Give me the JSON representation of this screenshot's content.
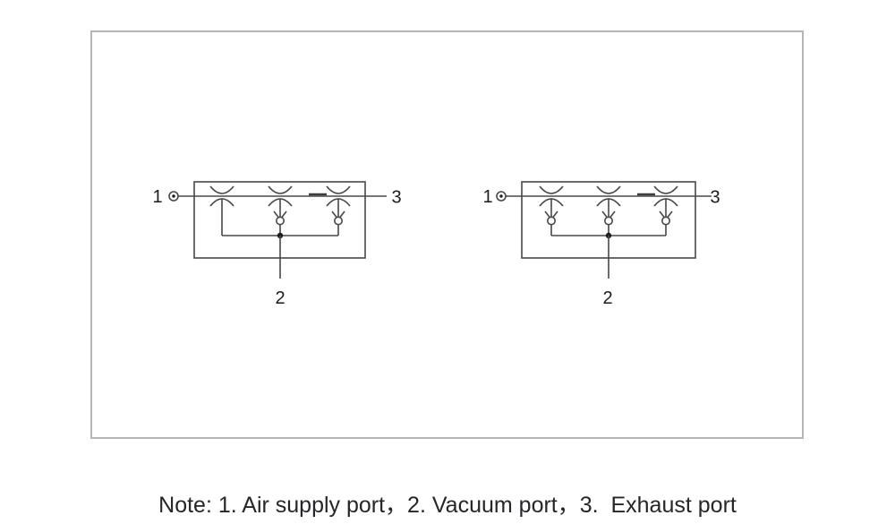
{
  "figure": {
    "type": "pneumatic-schematic",
    "border_color": "#b5b5b8",
    "line_color": "#48484b",
    "label_color": "#1c1c20"
  },
  "diagrams": {
    "left": {
      "description": "vacuum ejector symbol, three venturi stages, check valves on stages 2 and 3",
      "labels": {
        "supply": "1",
        "vacuum": "2",
        "exhaust": "3"
      }
    },
    "right": {
      "description": "vacuum ejector symbol, three venturi stages, check valves on all three stages",
      "labels": {
        "supply": "1",
        "vacuum": "2",
        "exhaust": "3"
      }
    }
  },
  "note": {
    "text": "Note: 1. Air supply port，2. Vacuum port，3.  Exhaust port"
  }
}
